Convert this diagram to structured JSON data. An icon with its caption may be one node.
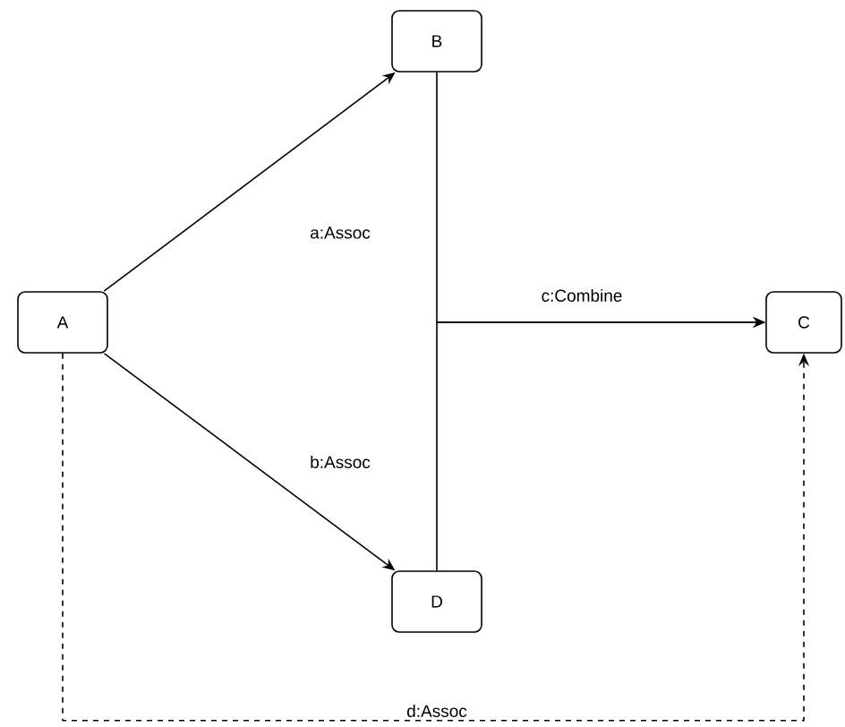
{
  "diagram": {
    "nodes": [
      {
        "text": [
          "A"
        ]
      },
      {
        "text": [
          "B"
        ]
      },
      {
        "text": [
          "C"
        ]
      },
      {
        "text": [
          "D"
        ]
      }
    ],
    "edges": [
      {
        "from": 0,
        "to": 1,
        "arrow": "to",
        "label": "a:Assoc"
      },
      {
        "from": 0,
        "to": 3,
        "arrow": "to",
        "label": "b:Assoc"
      },
      {
        "from": 1,
        "to": 2,
        "arrow": "to",
        "label": "c:Combine"
      },
      {
        "from": 3,
        "to": 2,
        "arrow": "to"
      },
      {
        "from": 0,
        "to": 2,
        "arrow": "to",
        "label": "d:Assoc",
        "style": "dashed"
      }
    ]
  }
}
